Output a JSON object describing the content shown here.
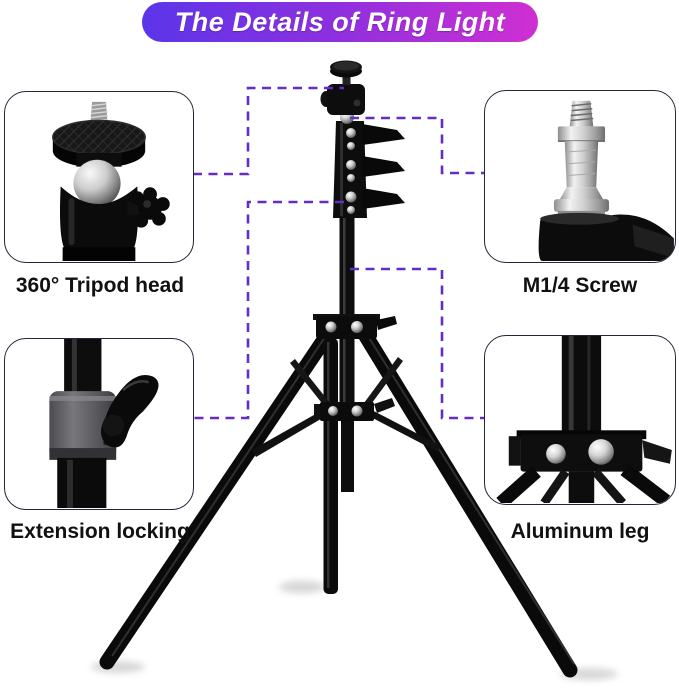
{
  "banner": {
    "title": "The Details of Ring Light"
  },
  "callouts": {
    "tripod_head": {
      "label": "360° Tripod head"
    },
    "m14_screw": {
      "label": "M1/4 Screw"
    },
    "extension_locking": {
      "label": "Extension locking"
    },
    "aluminum_leg": {
      "label": "Aluminum leg"
    }
  },
  "colors": {
    "background": "#ffffff",
    "banner_gradient_start": "#5b35e9",
    "banner_gradient_end": "#d02fd2",
    "banner_text": "#ffffff",
    "connector_purple": "#642ec6",
    "callout_border": "#23263a",
    "label_text": "#111111",
    "product_black": "#0c0c0c",
    "chrome_silver": "#c9c9c9"
  }
}
